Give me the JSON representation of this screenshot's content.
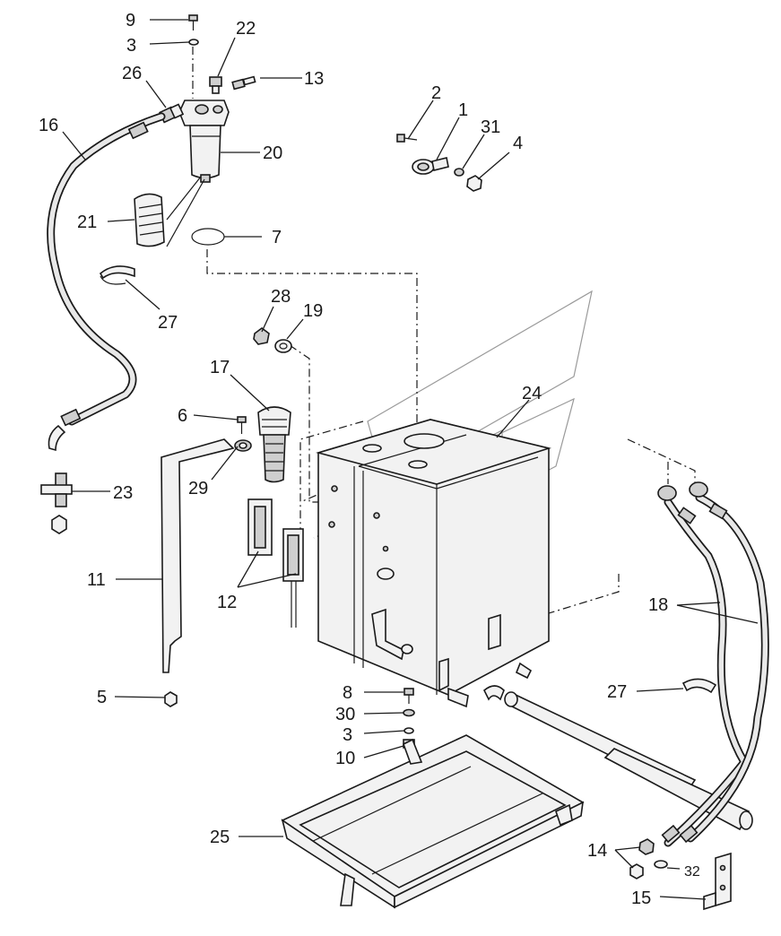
{
  "diagram": {
    "callouts": [
      {
        "id": "c9",
        "text": "9"
      },
      {
        "id": "c3a",
        "text": "3"
      },
      {
        "id": "c22",
        "text": "22"
      },
      {
        "id": "c26",
        "text": "26"
      },
      {
        "id": "c13",
        "text": "13"
      },
      {
        "id": "c16",
        "text": "16"
      },
      {
        "id": "c20",
        "text": "20"
      },
      {
        "id": "c21",
        "text": "21"
      },
      {
        "id": "c7",
        "text": "7"
      },
      {
        "id": "c27a",
        "text": "27"
      },
      {
        "id": "c2",
        "text": "2"
      },
      {
        "id": "c1",
        "text": "1"
      },
      {
        "id": "c31",
        "text": "31"
      },
      {
        "id": "c4",
        "text": "4"
      },
      {
        "id": "c28",
        "text": "28"
      },
      {
        "id": "c19",
        "text": "19"
      },
      {
        "id": "c17",
        "text": "17"
      },
      {
        "id": "c24",
        "text": "24"
      },
      {
        "id": "c6",
        "text": "6"
      },
      {
        "id": "c29",
        "text": "29"
      },
      {
        "id": "c23",
        "text": "23"
      },
      {
        "id": "c11",
        "text": "11"
      },
      {
        "id": "c12",
        "text": "12"
      },
      {
        "id": "c18",
        "text": "18"
      },
      {
        "id": "c5",
        "text": "5"
      },
      {
        "id": "c8",
        "text": "8"
      },
      {
        "id": "c30",
        "text": "30"
      },
      {
        "id": "c3b",
        "text": "3"
      },
      {
        "id": "c10",
        "text": "10"
      },
      {
        "id": "c27b",
        "text": "27"
      },
      {
        "id": "c25",
        "text": "25"
      },
      {
        "id": "c14",
        "text": "14"
      },
      {
        "id": "c32",
        "text": "32"
      },
      {
        "id": "c15",
        "text": "15"
      }
    ]
  }
}
